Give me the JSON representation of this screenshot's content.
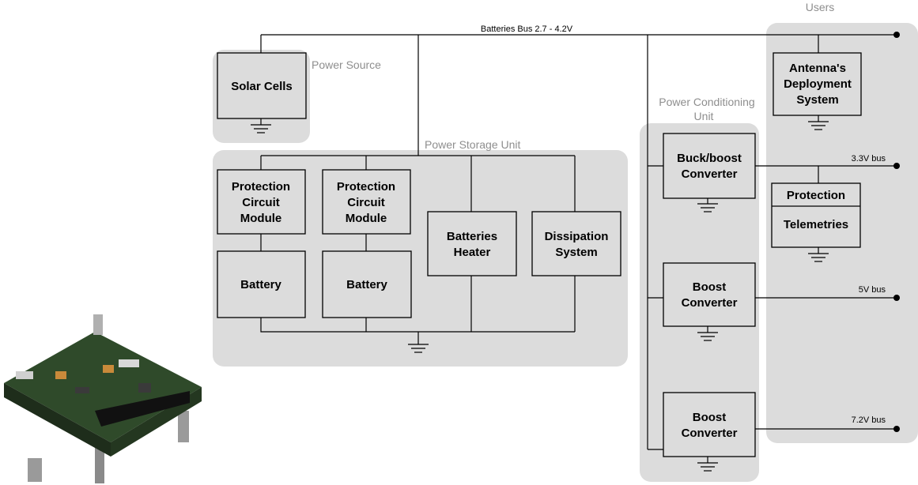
{
  "regions": {
    "users": "Users",
    "power_source": "Power Source",
    "power_storage": "Power Storage Unit",
    "power_conditioning": [
      "Power Conditioning",
      "Unit"
    ]
  },
  "bus": {
    "main": "Batteries Bus 2.7 - 4.2V",
    "v33": "3.3V bus",
    "v5": "5V bus",
    "v72": "7.2V bus"
  },
  "blocks": {
    "solar_cells": [
      "Solar Cells"
    ],
    "pcm1": [
      "Protection",
      "Circuit",
      "Module"
    ],
    "pcm2": [
      "Protection",
      "Circuit",
      "Module"
    ],
    "battery1": [
      "Battery"
    ],
    "battery2": [
      "Battery"
    ],
    "heater": [
      "Batteries",
      "Heater"
    ],
    "dissipation": [
      "Dissipation",
      "System"
    ],
    "buck_boost": [
      "Buck/boost",
      "Converter"
    ],
    "boost1": [
      "Boost",
      "Converter"
    ],
    "boost2": [
      "Boost",
      "Converter"
    ],
    "antenna": [
      "Antenna's",
      "Deployment",
      "System"
    ],
    "protection": [
      "Protection"
    ],
    "telemetries": [
      "Telemetries"
    ]
  },
  "photo": "pcb-board-photo",
  "colors": {
    "region_fill": "#dcdcdc",
    "region_label": "#8e8e8e",
    "line": "#000000"
  }
}
